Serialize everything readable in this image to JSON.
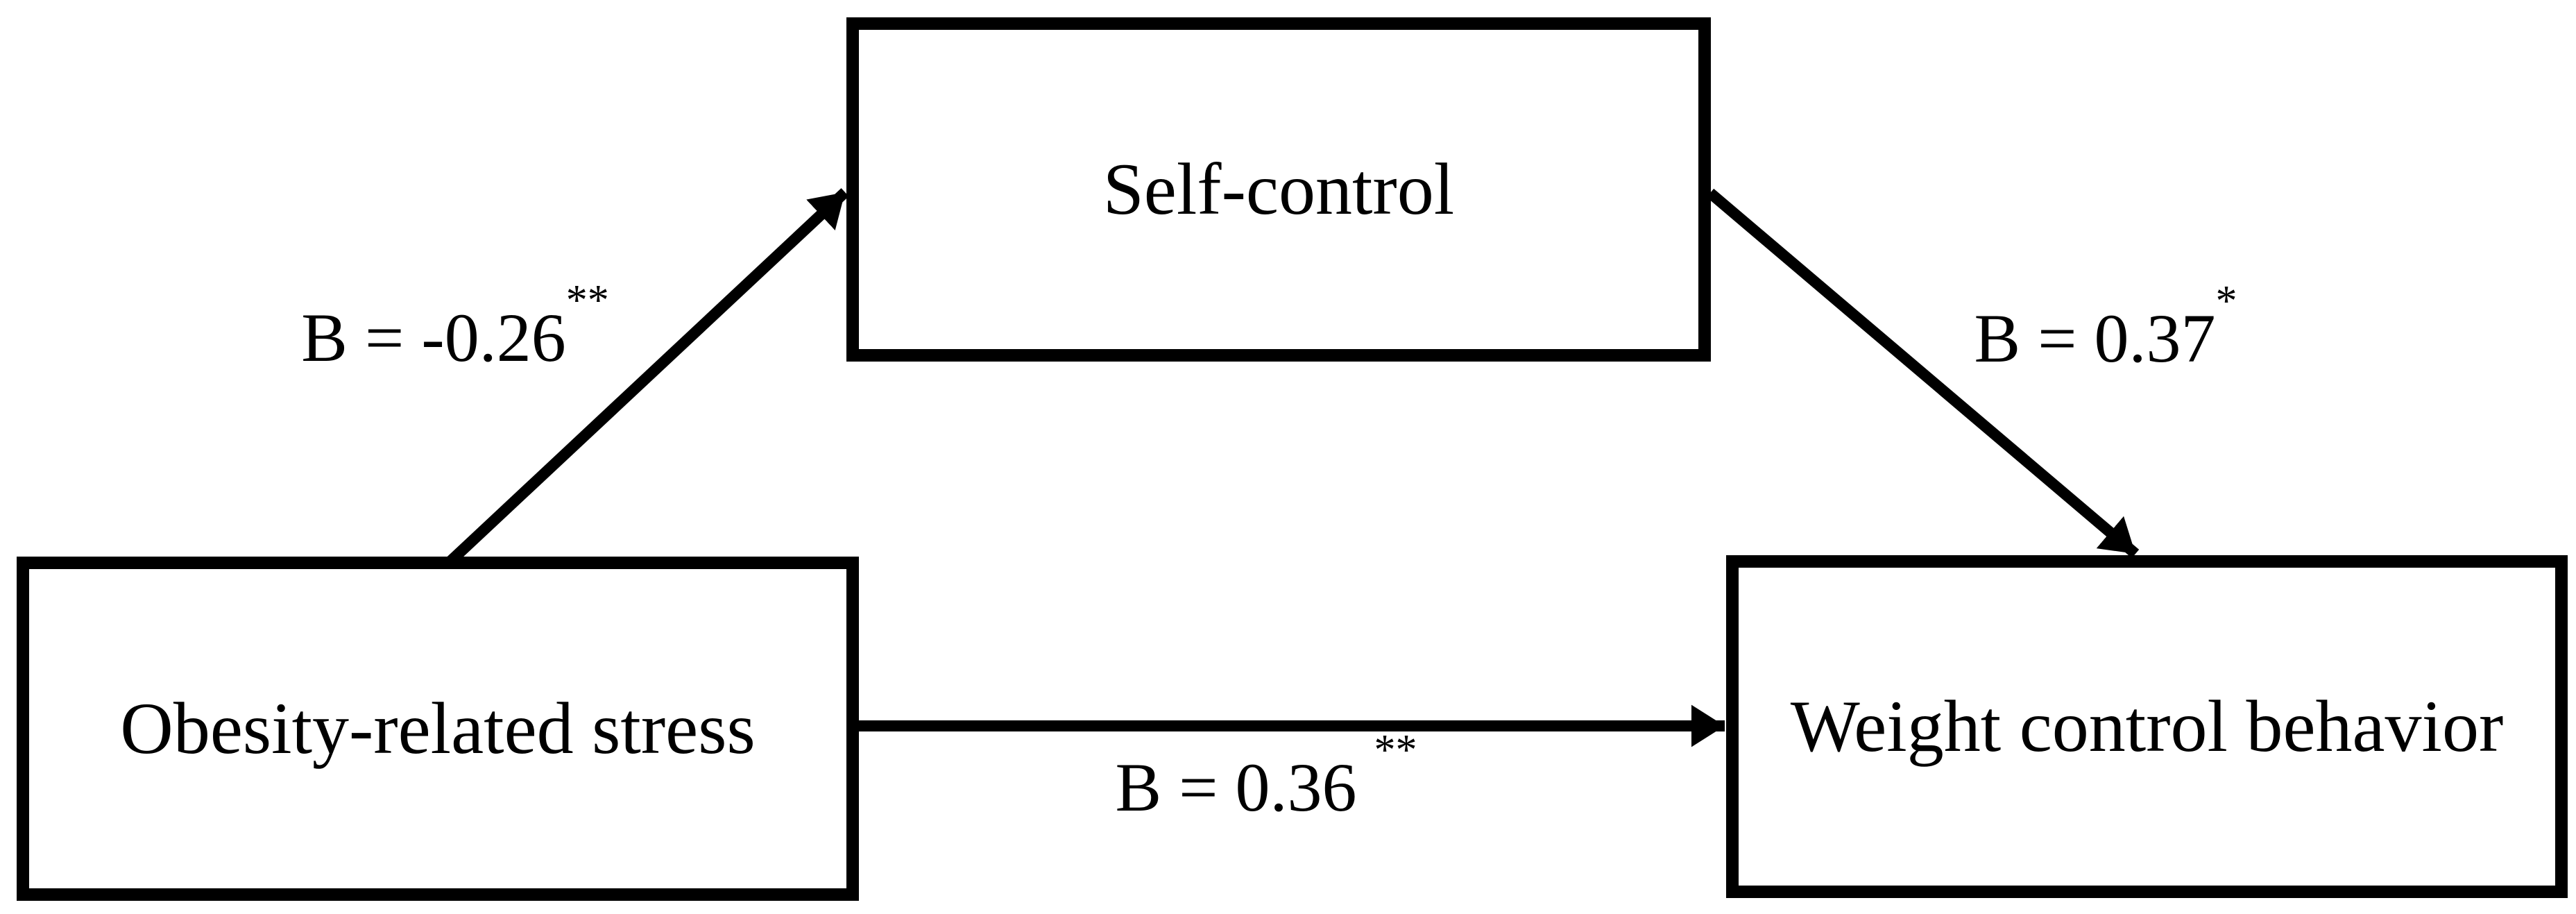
{
  "diagram": {
    "type": "mediation-path-diagram",
    "nodes": {
      "mediator": {
        "label": "Self-control"
      },
      "predictor": {
        "label": "Obesity-related stress"
      },
      "outcome": {
        "label": "Weight control behavior"
      }
    },
    "paths": {
      "a": {
        "from": "Obesity-related stress",
        "to": "Self-control",
        "label": "B = -0.26",
        "significance": "**",
        "coefficient": -0.26
      },
      "b": {
        "from": "Self-control",
        "to": "Weight control behavior",
        "label": "B = 0.37",
        "significance": "*",
        "coefficient": 0.37
      },
      "c": {
        "from": "Obesity-related stress",
        "to": "Weight control behavior",
        "label": "B = 0.36 ",
        "significance": "**",
        "coefficient": 0.36
      }
    },
    "colors": {
      "background": "#ffffff",
      "box_fill": "#ffffff",
      "box_border": "#000000",
      "arrow": "#000000",
      "text": "#000000"
    }
  }
}
